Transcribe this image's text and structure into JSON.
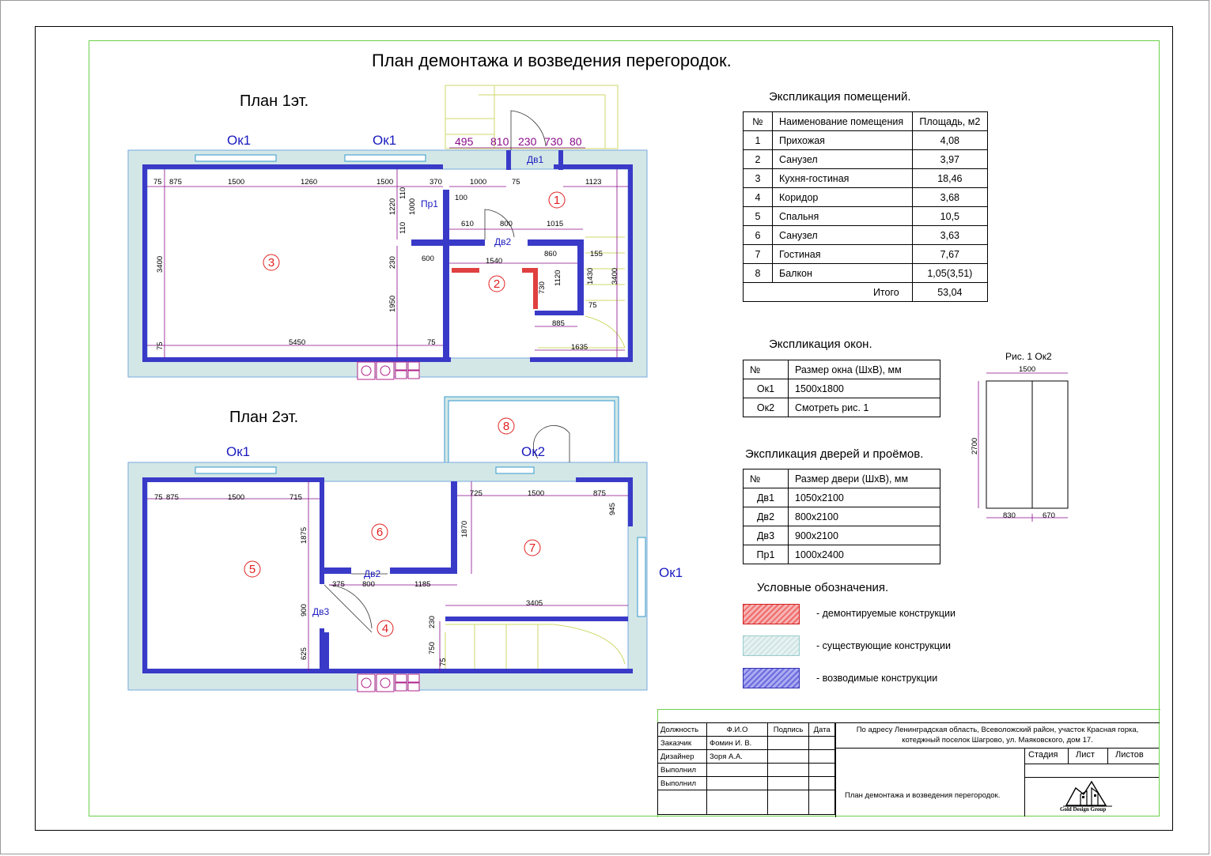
{
  "title": "План демонтажа и возведения перегородок.",
  "plan1": {
    "title": "План 1эт.",
    "labels": {
      "ok1a": "Ок1",
      "ok1b": "Ок1",
      "dv1": "Дв1",
      "dv2": "Дв2",
      "pr1": "Пр1"
    },
    "rooms": [
      "1",
      "2",
      "3"
    ],
    "dims": {
      "top": [
        "495",
        "810",
        "230",
        "730",
        "80"
      ],
      "d75a": "75",
      "d875": "875",
      "d1500a": "1500",
      "d1260": "1260",
      "d1500b": "1500",
      "d370": "370",
      "d1000": "1000",
      "d75b": "75",
      "d1123": "1123",
      "d110a": "110",
      "d1000v": "1000",
      "d100": "100",
      "d1220": "1220",
      "d110b": "110",
      "d610": "610",
      "d800": "800",
      "d1015": "1015",
      "d860": "860",
      "d155": "155",
      "d600": "600",
      "d1540": "1540",
      "d230": "230",
      "d730": "730",
      "d1120": "1120",
      "d1430": "1430",
      "d75c": "75",
      "d3400l": "3400",
      "d3400r": "3400",
      "d1950": "1950",
      "d885": "885",
      "d5450": "5450",
      "d75d": "75",
      "d75e": "75",
      "d1635": "1635"
    }
  },
  "plan2": {
    "title": "План 2эт.",
    "labels": {
      "ok1a": "Ок1",
      "ok2": "Ок2",
      "ok1r": "Ок1",
      "dv2": "Дв2",
      "dv3": "Дв3"
    },
    "rooms": [
      "4",
      "5",
      "6",
      "7",
      "8"
    ],
    "dims": {
      "d75": "75",
      "d875": "875",
      "d1500": "1500",
      "d715": "715",
      "d725": "725",
      "d1500b": "1500",
      "d875b": "875",
      "d945": "945",
      "d1875": "1875",
      "d1870": "1870",
      "d375": "375",
      "d800": "800",
      "d1185": "1185",
      "d3405": "3405",
      "d900": "900",
      "d625": "625",
      "d230": "230",
      "d750": "750",
      "d75b": "75"
    }
  },
  "rooms_table": {
    "title": "Экспликация помещений.",
    "headers": [
      "№",
      "Наименование помещения",
      "Площадь, м2"
    ],
    "rows": [
      [
        "1",
        "Прихожая",
        "4,08"
      ],
      [
        "2",
        "Санузел",
        "3,97"
      ],
      [
        "3",
        "Кухня-гостиная",
        "18,46"
      ],
      [
        "4",
        "Коридор",
        "3,68"
      ],
      [
        "5",
        "Спальня",
        "10,5"
      ],
      [
        "6",
        "Санузел",
        "3,63"
      ],
      [
        "7",
        "Гостиная",
        "7,67"
      ],
      [
        "8",
        "Балкон",
        "1,05(3,51)"
      ]
    ],
    "total_label": "Итого",
    "total_value": "53,04"
  },
  "windows_table": {
    "title": "Экспликация окон.",
    "headers": [
      "№",
      "Размер окна (ШхВ), мм"
    ],
    "rows": [
      [
        "Ок1",
        "1500х1800"
      ],
      [
        "Ок2",
        "Смотреть рис. 1"
      ]
    ]
  },
  "doors_table": {
    "title": "Экспликация дверей и проёмов.",
    "headers": [
      "№",
      "Размер двери (ШхВ), мм"
    ],
    "rows": [
      [
        "Дв1",
        "1050х2100"
      ],
      [
        "Дв2",
        "800х2100"
      ],
      [
        "Дв3",
        "900х2100"
      ],
      [
        "Пр1",
        "1000х2400"
      ]
    ]
  },
  "fig": {
    "title": "Рис. 1 Ок2",
    "w": "1500",
    "h": "2700",
    "a": "830",
    "b": "670"
  },
  "legend": {
    "title": "Условные обозначения.",
    "items": [
      "- демонтируемые конструкции",
      "- существующие конструкции",
      "- возводимые конструкции"
    ]
  },
  "stamp": {
    "headers": [
      "Должность",
      "Ф.И.О",
      "Подпись",
      "Дата"
    ],
    "rows": [
      [
        "Заказчик",
        "Фомин И. В."
      ],
      [
        "Дизайнер",
        "Зоря А.А."
      ],
      [
        "Выполнил",
        ""
      ],
      [
        "Выполнил",
        ""
      ]
    ],
    "address": "По адресу Ленинградская область, Всеволожский район, участок Красная горка, котеджный поселок Шагрово, ул. Маяковского, дом 17.",
    "stage": "Стадия",
    "sheet": "Лист",
    "sheets": "Листов",
    "doc_title": "План демонтажа и возведения перегородок.",
    "logo": "Gold Design Group"
  },
  "colors": {
    "new_wall": "#3a3ac8",
    "demo": "#e04040",
    "exist": "#d3e7e7",
    "dim": "#8a0a8a",
    "room": "#e02020",
    "label": "#1a1ac0"
  }
}
